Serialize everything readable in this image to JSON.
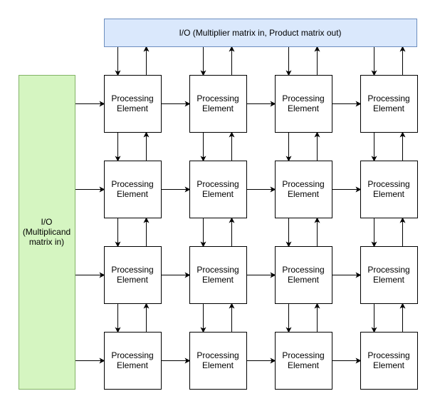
{
  "io_top": {
    "label": "I/O (Multiplier matrix in, Product matrix out)",
    "fill": "#dae8fc",
    "stroke": "#6c8ebf"
  },
  "io_left": {
    "label": "I/O\n(Multiplicand\nmatrix in)",
    "fill": "#d5f5c1",
    "stroke": "#82b366"
  },
  "pe": {
    "label": "Processing\nElement",
    "rows": 4,
    "cols": 4,
    "fill": "#ffffff",
    "stroke": "#000000"
  },
  "edge_color": "#000000"
}
